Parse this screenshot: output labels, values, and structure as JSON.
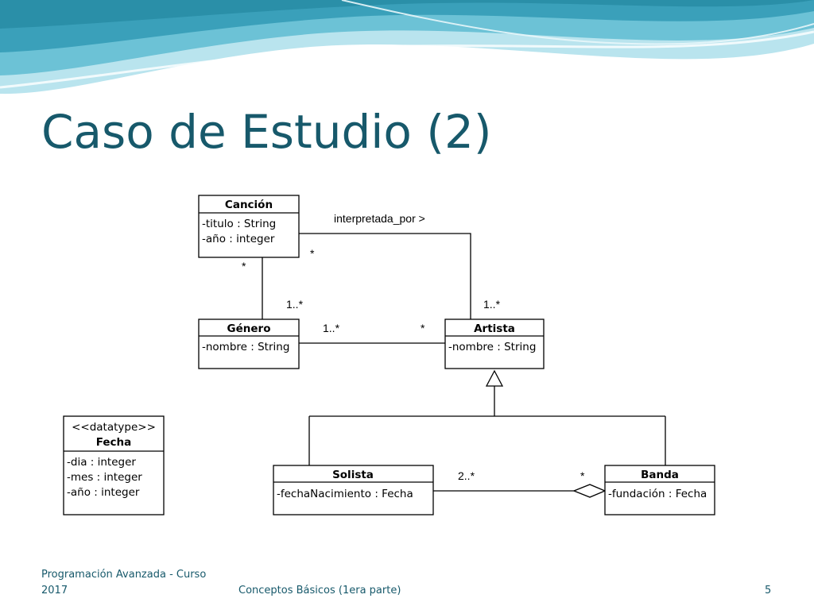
{
  "slide": {
    "title": "Caso de Estudio (2)",
    "footer_left": "Programación Avanzada - Curso 2017",
    "footer_center": "Conceptos Básicos (1era parte)",
    "page_number": "5"
  },
  "theme": {
    "title_color": "#17596b",
    "wave_colors": [
      "#9fd9e6",
      "#4fb3cc",
      "#2a8fa8"
    ]
  },
  "diagram": {
    "type": "uml-class-diagram",
    "classes": {
      "cancion": {
        "name": "Canción",
        "attributes": [
          "-titulo : String",
          "-año : integer"
        ]
      },
      "genero": {
        "name": "Género",
        "attributes": [
          "-nombre : String"
        ]
      },
      "artista": {
        "name": "Artista",
        "attributes": [
          "-nombre : String"
        ]
      },
      "fecha": {
        "stereotype": "<<datatype>>",
        "name": "Fecha",
        "attributes": [
          "-dia : integer",
          "-mes : integer",
          "-año : integer"
        ]
      },
      "solista": {
        "name": "Solista",
        "attributes": [
          "-fechaNacimiento : Fecha"
        ]
      },
      "banda": {
        "name": "Banda",
        "attributes": [
          "-fundación : Fecha"
        ]
      }
    },
    "associations": {
      "interpretada": {
        "label": "interpretada_por >",
        "from": "Canción",
        "to": "Artista",
        "from_mult": "*",
        "to_mult": "1..*"
      },
      "cancion_genero": {
        "from": "Canción",
        "to": "Género",
        "from_mult": "*",
        "to_mult": "1..*"
      },
      "genero_artista": {
        "from": "Género",
        "to": "Artista",
        "from_mult": "1..*",
        "to_mult": "*"
      },
      "banda_solista": {
        "kind": "aggregation",
        "whole": "Banda",
        "part": "Solista",
        "part_mult": "2..*",
        "whole_mult": "*"
      }
    },
    "generalizations": [
      {
        "parent": "Artista",
        "child": "Solista"
      },
      {
        "parent": "Artista",
        "child": "Banda"
      }
    ]
  }
}
